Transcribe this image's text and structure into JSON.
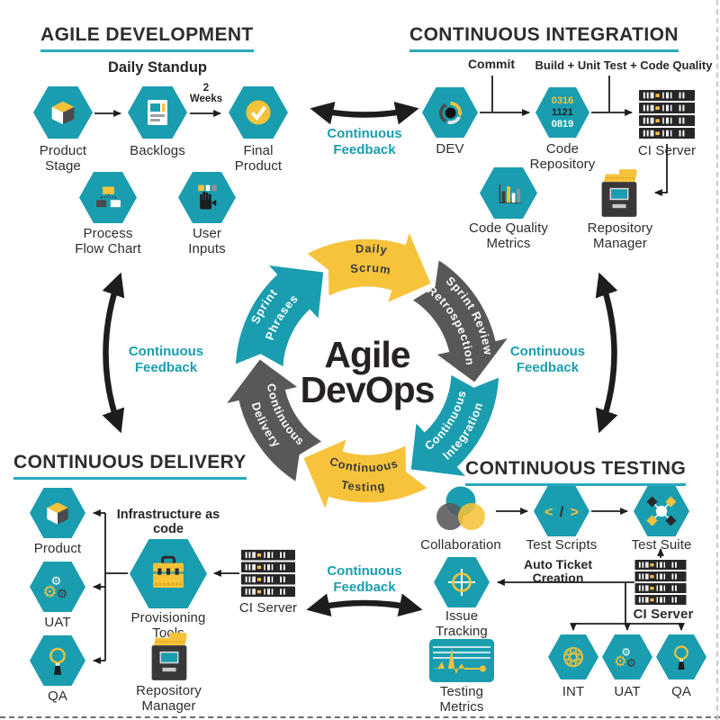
{
  "colors": {
    "teal": "#1A9DAF",
    "yellow": "#F6C33B",
    "grey": "#58585A",
    "dark_text": "#2E2D2C",
    "black": "#1D1D1F",
    "underline": "#29A9BD"
  },
  "headers": {
    "agile_development": "AGILE DEVELOPMENT",
    "continuous_integration": "CONTINUOUS INTEGRATION",
    "continuous_delivery": "CONTINUOUS DELIVERY",
    "continuous_testing": "CONTINUOUS TESTING"
  },
  "agile": {
    "subtitle": "Daily Standup",
    "product_stage": "Product Stage",
    "backlogs": "Backlogs",
    "sprint_duration": "2 Weeks",
    "final_product": "Final Product",
    "process_flow_chart": "Process Flow Chart",
    "user_inputs": "User Inputs"
  },
  "ci": {
    "commit": "Commit",
    "build": "Build + Unit Test + Code Quality",
    "dev": "DEV",
    "code_repository": "Code Repository",
    "repo_numbers": [
      "0316",
      "1121",
      "0819"
    ],
    "ci_server": "CI Server",
    "code_quality_metrics": "Code Quality Metrics",
    "repository_manager": "Repository Manager"
  },
  "feedback": {
    "label": "Continuous Feedback"
  },
  "cycle": {
    "center": [
      "Agile",
      "DevOps"
    ],
    "segments": [
      {
        "lines": [
          "Daily",
          "Scrum"
        ],
        "color": "yellow",
        "text_dir": "cw"
      },
      {
        "lines": [
          "Sprint Review",
          "Retrospection"
        ],
        "color": "grey",
        "text_dir": "cw"
      },
      {
        "lines": [
          "Continuous",
          "Integration"
        ],
        "color": "teal",
        "text_dir": "ccw"
      },
      {
        "lines": [
          "Continuous",
          "Testing"
        ],
        "color": "yellow",
        "text_dir": "ccw"
      },
      {
        "lines": [
          "Continuous",
          "Delivery"
        ],
        "color": "grey",
        "text_dir": "ccw"
      },
      {
        "lines": [
          "Sprint",
          "Phrases"
        ],
        "color": "teal",
        "text_dir": "cw"
      }
    ]
  },
  "cd": {
    "product": "Product",
    "uat": "UAT",
    "qa": "QA",
    "infrastructure_as_code": "Infrastructure as code",
    "provisioning_tools": "Provisioning Tools",
    "ci_server": "CI Server",
    "repository_manager": "Repository Manager"
  },
  "ct": {
    "collaboration": "Collaboration",
    "test_scripts": "Test Scripts",
    "test_suite": "Test Suite",
    "issue_tracking": "Issue Tracking",
    "auto_ticket_creation": "Auto Ticket Creation",
    "ci_server": "CI Server",
    "testing_metrics": "Testing Metrics",
    "int": "INT",
    "uat": "UAT",
    "qa": "QA",
    "code_parts": [
      "<",
      "/",
      ">"
    ]
  }
}
